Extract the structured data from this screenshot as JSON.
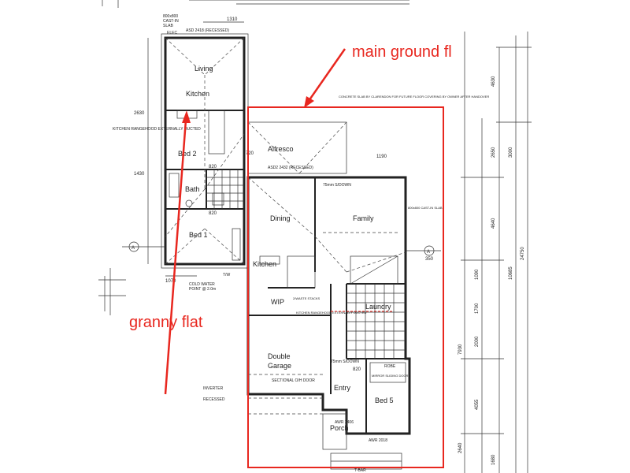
{
  "annotations": {
    "main": "main ground fl",
    "granny": "granny  flat"
  },
  "colors": {
    "annotation": "#e8271f",
    "ink": "#222222"
  },
  "granny_flat": {
    "rooms": {
      "living": "Living",
      "kitchen": "Kitchen",
      "bed2": "Bed 2",
      "bath": "Bath",
      "bed1": "Bed 1"
    },
    "notes": {
      "slab": "800x800",
      "cast_in": "CAST-IN",
      "slab2": "SLAB",
      "elec": "ELEC",
      "recessed": "ASD 2418 (RECESSED)",
      "rangehood": "KITCHEN RANGEHOOD EXTERNALLY DUCTED",
      "tw": "T/W",
      "cold_water": "COLD WATER",
      "point": "POINT @ 2.0m"
    },
    "dims": {
      "top": "1310",
      "left_upper": "2630",
      "left_lower": "1430",
      "bottom": "1070",
      "d820a": "820",
      "d820b": "820",
      "d720": "720"
    }
  },
  "main_floor": {
    "rooms": {
      "alfresco": "Alfresco",
      "dining": "Dining",
      "family": "Family",
      "kitchen": "Kitchen",
      "wip": "WIP",
      "laundry": "Laundry",
      "garage_line1": "Double",
      "garage_line2": "Garage",
      "entry": "Entry",
      "bed5": "Bed 5",
      "porch": "Porch",
      "robe": "ROBE"
    },
    "notes": {
      "concrete": "CONCRETE SLAB BY CLARENDON FOR FUTURE FLOOR COVERING BY OWNER AFTER HANDOVER",
      "asd": "ASD2 2432 (RECESSED)",
      "slab": "75mm S/DOWN",
      "cast": "800x800 CAST-IN SLAB",
      "kitchen_rh": "KITCHEN RANGEHOOD EXTERNALLY DUCTED",
      "sectional": "SECTIONAL O/H DOOR",
      "sdown2": "75mm S/DOWN",
      "inverter": "INVERTER",
      "recessed": "RECESSED",
      "stacks": "2/WASTE STACKS",
      "mirror": "MIRROR SLIDING DOORS",
      "awr1": "AWR 2018",
      "awr2": "AWR 2406",
      "t_bar": "T-BAR"
    },
    "dims": {
      "d1190": "1190",
      "right_4630": "4630",
      "right_3000": "3000",
      "right_2650": "2650",
      "right_4640": "4640",
      "right_10685": "10685",
      "right_24750": "24750",
      "right_7930": "7930",
      "right_2000": "2000",
      "right_4055": "4055",
      "right_1680": "1680",
      "right_2640": "2640",
      "right_1700": "1700",
      "right_1090": "1090",
      "d350": "350",
      "d820": "820"
    }
  },
  "markers": {
    "grid_a": "A"
  }
}
